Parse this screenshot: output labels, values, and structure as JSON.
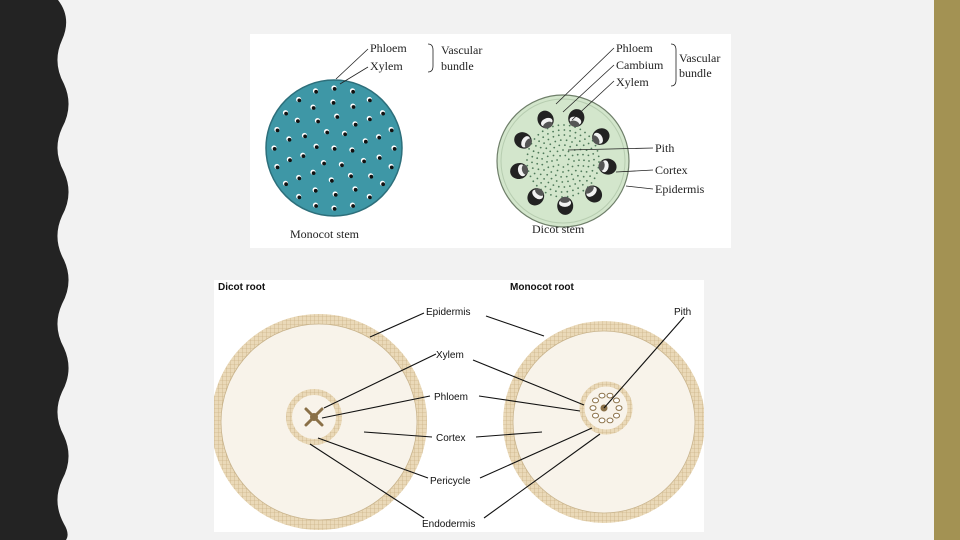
{
  "colors": {
    "background": "#f2f2f2",
    "left_band": "#232323",
    "right_band": "#a39253",
    "monocot_stem": "#3e97a6",
    "dicot_stem": "#d3e6cc",
    "root_fill": "#f8f3ea",
    "root_border": "#c9b48d"
  },
  "stem_diagram": {
    "monocot_labels": {
      "phloem": "Phloem",
      "xylem": "Xylem",
      "vascular": "Vascular",
      "bundle": "bundle",
      "caption": "Monocot stem"
    },
    "dicot_labels": {
      "phloem": "Phloem",
      "cambium": "Cambium",
      "xylem": "Xylem",
      "vascular": "Vascular",
      "bundle": "bundle",
      "pith": "Pith",
      "cortex": "Cortex",
      "epidermis": "Epidermis",
      "caption": "Dicot stem"
    }
  },
  "root_diagram": {
    "dicot_title": "Dicot root",
    "monocot_title": "Monocot root",
    "labels": {
      "epidermis": "Epidermis",
      "pith": "Pith",
      "xylem": "Xylem",
      "phloem": "Phloem",
      "cortex": "Cortex",
      "pericycle": "Pericycle",
      "endodermis": "Endodermis"
    }
  }
}
